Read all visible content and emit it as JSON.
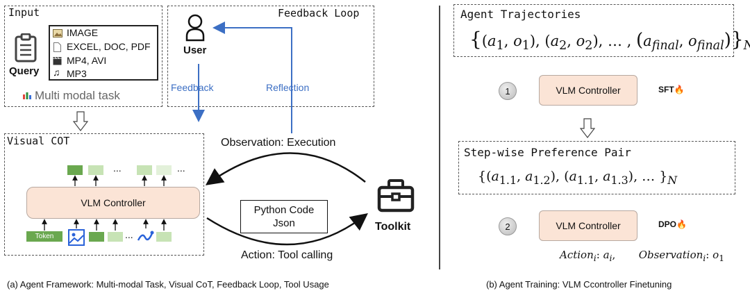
{
  "left": {
    "input": {
      "title": "Input",
      "query_label": "Query",
      "items": [
        "IMAGE",
        "EXCEL, DOC, PDF",
        "MP4, AVI",
        "MP3"
      ],
      "task_label": "Multi modal task"
    },
    "feedback": {
      "title": "Feedback Loop",
      "user_label": "User",
      "feedback_label": "Feedback",
      "reflection_label": "Reflection"
    },
    "visual_cot": {
      "title": "Visual COT",
      "controller_label": "VLM Controller",
      "token_label": "Token",
      "ellipsis": "..."
    },
    "observation_label": "Observation: Execution",
    "action_label": "Action: Tool calling",
    "code_box": [
      "Python Code",
      "Json"
    ],
    "toolkit_label": "Toolkit",
    "caption": "(a) Agent Framework: Multi-modal Task, Visual CoT, Feedback Loop, Tool Usage"
  },
  "right": {
    "trajectories_title": "Agent Trajectories",
    "step1_number": "1",
    "controller_label": "VLM Controller",
    "sft_label": "SFT",
    "pair_title": "Step-wise Preference Pair",
    "step2_number": "2",
    "dpo_label": "DPO",
    "caption": "(b) Agent Training: VLM Ccontroller Finetuning"
  },
  "colors": {
    "blue": "#3c6fc4",
    "green": "#6aa84f",
    "light_green": "#c7e3b5",
    "controller_fill": "#fbe4d6"
  }
}
